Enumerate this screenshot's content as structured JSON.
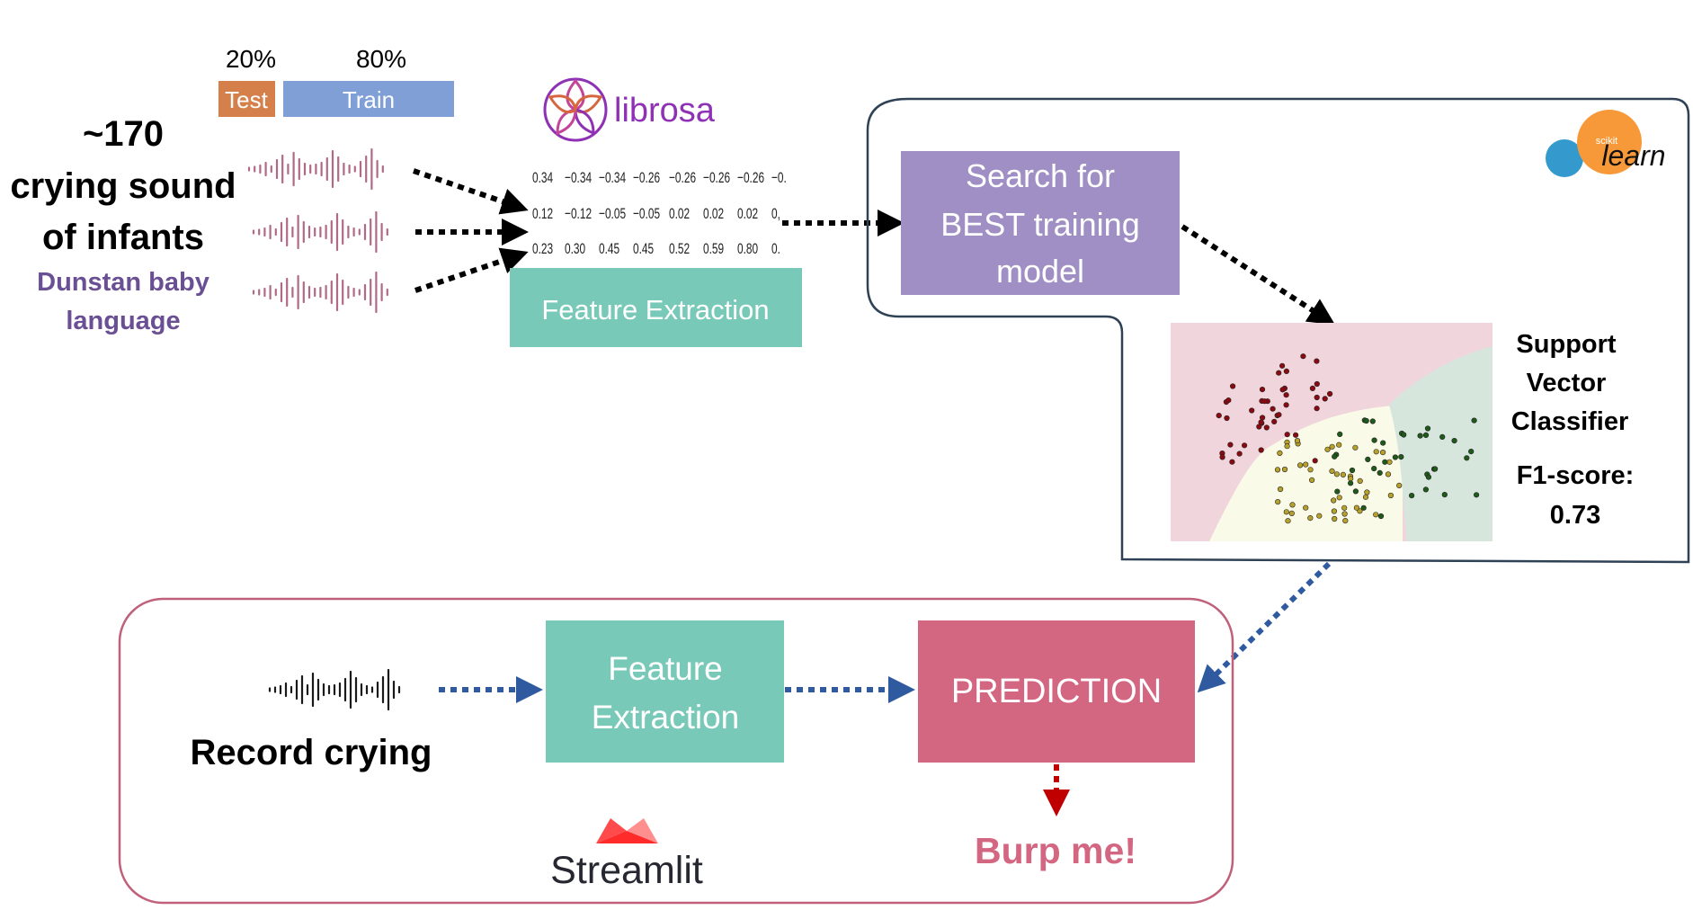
{
  "split": {
    "test_pct": "20%",
    "train_pct": "80%",
    "test_label": "Test",
    "train_label": "Train"
  },
  "dataset": {
    "count": "~170",
    "line2": "crying sound",
    "line3": "of infants",
    "source_line1": "Dunstan baby",
    "source_line2": "language"
  },
  "librosa": {
    "logo_text": "librosa"
  },
  "feature_matrix": {
    "rows": [
      [
        "0.34",
        "−0.34",
        "−0.34",
        "−0.26",
        "−0.26",
        "−0.26",
        "−0.26",
        "−0."
      ],
      [
        "0.12",
        "−0.12",
        "−0.05",
        "−0.05",
        "0.02",
        "0.02",
        "0.02",
        "0,"
      ],
      [
        "0.23",
        "0.30",
        "0.45",
        "0.45",
        "0.52",
        "0.59",
        "0.80",
        "0."
      ]
    ]
  },
  "feature_extraction_1": {
    "label": "Feature Extraction"
  },
  "search_box": {
    "line1": "Search for",
    "line2": "BEST training",
    "line3": "model"
  },
  "sklearn": {
    "small": "scikit",
    "large": "learn"
  },
  "model": {
    "line1": "Support",
    "line2": "Vector",
    "line3": "Classifier",
    "metric_label": "F1-score:",
    "metric_value": "0.73"
  },
  "app": {
    "record_label": "Record crying",
    "feature_extraction_line1": "Feature",
    "feature_extraction_line2": "Extraction",
    "prediction_label": "PREDICTION",
    "result_label": "Burp me!",
    "streamlit_label": "Streamlit"
  },
  "colors": {
    "test_orange": "#d5804a",
    "train_blue": "#7f9fd6",
    "teal": "#79c9b9",
    "purple": "#9f8fc4",
    "prediction_pink": "#d36680",
    "result_pink": "#d36680",
    "dataset_purple": "#6a4f94",
    "waveform_pink": "#b06a86",
    "arrow_black": "#000000",
    "arrow_blue": "#305aa0",
    "arrow_red": "#c00000",
    "streamlit_red": "#ff4b4b",
    "librosa_purple": "#8f31b5",
    "sklearn_orange": "#f89939",
    "sklearn_blue": "#3499cd",
    "class_red_region": "#f0d5dc",
    "class_green_region": "#d6e6dd",
    "class_yellow_region": "#fafae8",
    "class_red_points": "#8b0a12",
    "class_green_points": "#1f5a1a",
    "class_yellow_points": "#b8a12a"
  }
}
